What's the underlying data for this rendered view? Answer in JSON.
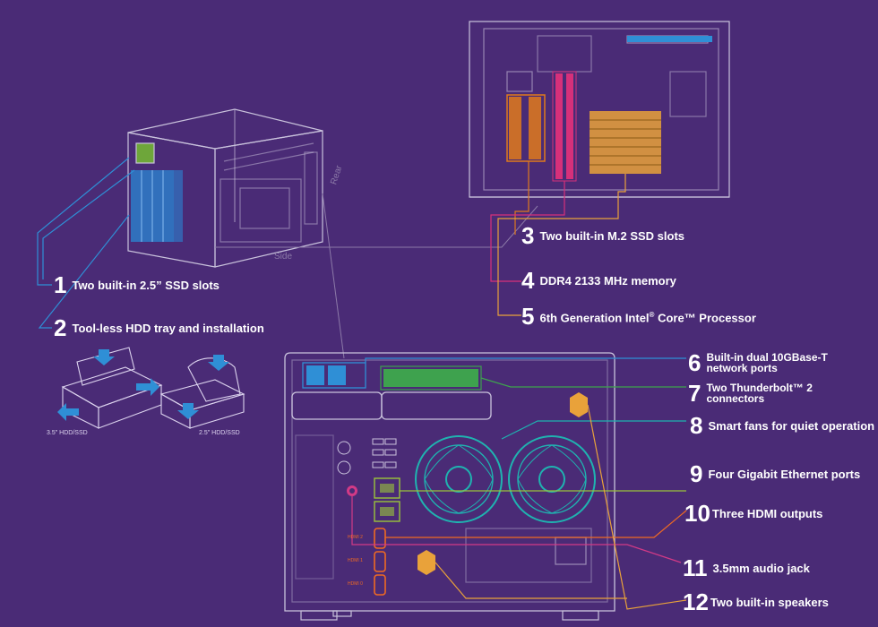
{
  "features": [
    {
      "num": "1",
      "label": "Two built-in 2.5”  SSD slots"
    },
    {
      "num": "2",
      "label": "Tool-less HDD tray and installation"
    },
    {
      "num": "3",
      "label": "Two built-in M.2 SSD slots"
    },
    {
      "num": "4",
      "label": "DDR4 2133 MHz memory"
    },
    {
      "num": "5",
      "label_pre": "6th Generation Intel",
      "label_reg": "®",
      "label_post": " Core™ Processor"
    },
    {
      "num": "6",
      "label_line1": "Built-in dual 10GBase-T",
      "label_line2": "network ports"
    },
    {
      "num": "7",
      "label_line1": "Two Thunderbolt™ 2",
      "label_line2": "connectors"
    },
    {
      "num": "8",
      "label": "Smart fans for quiet operation"
    },
    {
      "num": "9",
      "label": "Four Gigabit Ethernet ports"
    },
    {
      "num": "10",
      "label": "Three HDMI outputs"
    },
    {
      "num": "11",
      "label": "3.5mm audio jack"
    },
    {
      "num": "12",
      "label": "Two built-in speakers"
    }
  ],
  "view_labels": {
    "rear": "Rear",
    "side": "Side"
  },
  "tray_labels": {
    "left": "3.5\" HDD/SSD",
    "right": "2.5\" HDD/SSD"
  },
  "hdmi_labels": [
    "HDMI 2",
    "HDMI 1",
    "HDMI 0"
  ],
  "colors": {
    "background": "#4a2b76",
    "outline": "#c9c2dc",
    "ssd25": "#2f8fd6",
    "m2": "#e07a1c",
    "memory": "#d6307a",
    "cpu": "#e9a23a",
    "ten_gbe": "#2f8fd6",
    "thunderbolt": "#3ea24e",
    "fans": "#1fb3b0",
    "gbe": "#9bc43a",
    "hdmi": "#f06a22",
    "audio": "#d23a86",
    "speaker": "#e9a23a"
  }
}
